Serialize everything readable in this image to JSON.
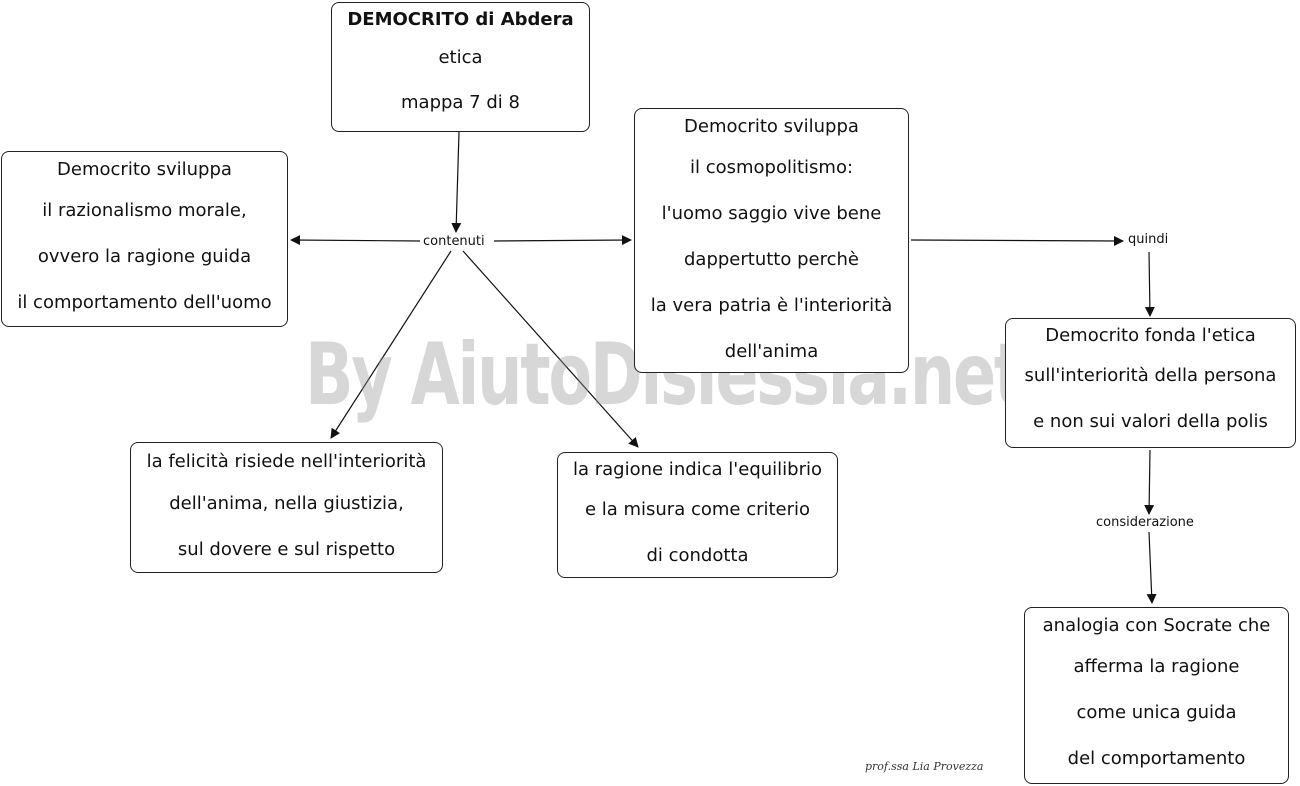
{
  "nodes": {
    "title": [
      "DEMOCRITO di Abdera",
      "etica",
      "mappa 7 di 8"
    ],
    "razionalismo": [
      "Democrito sviluppa",
      "il razionalismo morale,",
      "ovvero la ragione guida",
      "il comportamento dell'uomo"
    ],
    "cosmopolitismo": [
      "Democrito sviluppa",
      "il cosmopolitismo:",
      "l'uomo saggio vive bene",
      "dappertutto perchè",
      "la vera patria è l'interiorità",
      "dell'anima"
    ],
    "felicita": [
      "la felicità risiede nell'interiorità",
      "dell'anima, nella giustizia,",
      "sul dovere e sul rispetto"
    ],
    "ragione": [
      "la ragione indica l'equilibrio",
      "e la misura come criterio",
      "di condotta"
    ],
    "fonda": [
      "Democrito fonda l'etica",
      "sull'interiorità della persona",
      "e non sui valori della polis"
    ],
    "socrate": [
      "analogia con Socrate che",
      "afferma la ragione",
      "come unica guida",
      "del comportamento"
    ]
  },
  "links": {
    "contenuti": "contenuti",
    "quindi": "quindi",
    "considerazione": "considerazione"
  },
  "watermark": "By AiutoDislessia.net",
  "signature": "prof.ssa Lia Provezza"
}
